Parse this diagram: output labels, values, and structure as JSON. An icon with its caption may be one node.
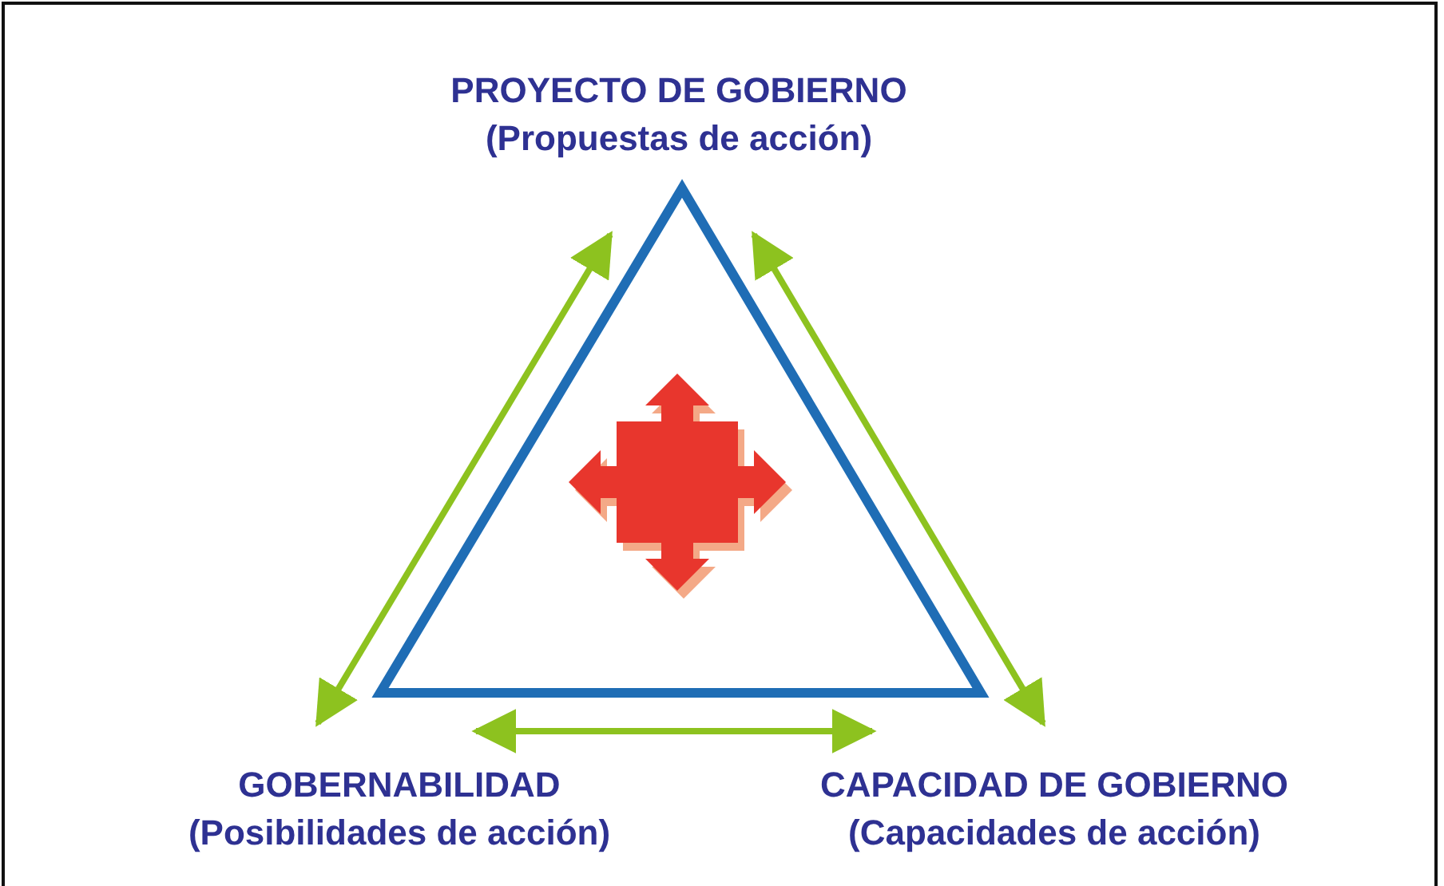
{
  "diagram": {
    "nodes": [
      {
        "text": [
          "PROYECTO DE GOBIERNO",
          "(Propuestas de acción)"
        ]
      },
      {
        "text": [
          "GOBERNABILIDAD",
          "(Posibilidades de acción)"
        ]
      },
      {
        "text": [
          "CAPACIDAD DE GOBIERNO",
          "(Capacidades de acción)"
        ]
      }
    ],
    "edges": [
      {
        "from": 0,
        "to": 1,
        "arrow": "both"
      },
      {
        "from": 0,
        "to": 2,
        "arrow": "both"
      },
      {
        "from": 1,
        "to": 2,
        "arrow": "both"
      }
    ]
  }
}
